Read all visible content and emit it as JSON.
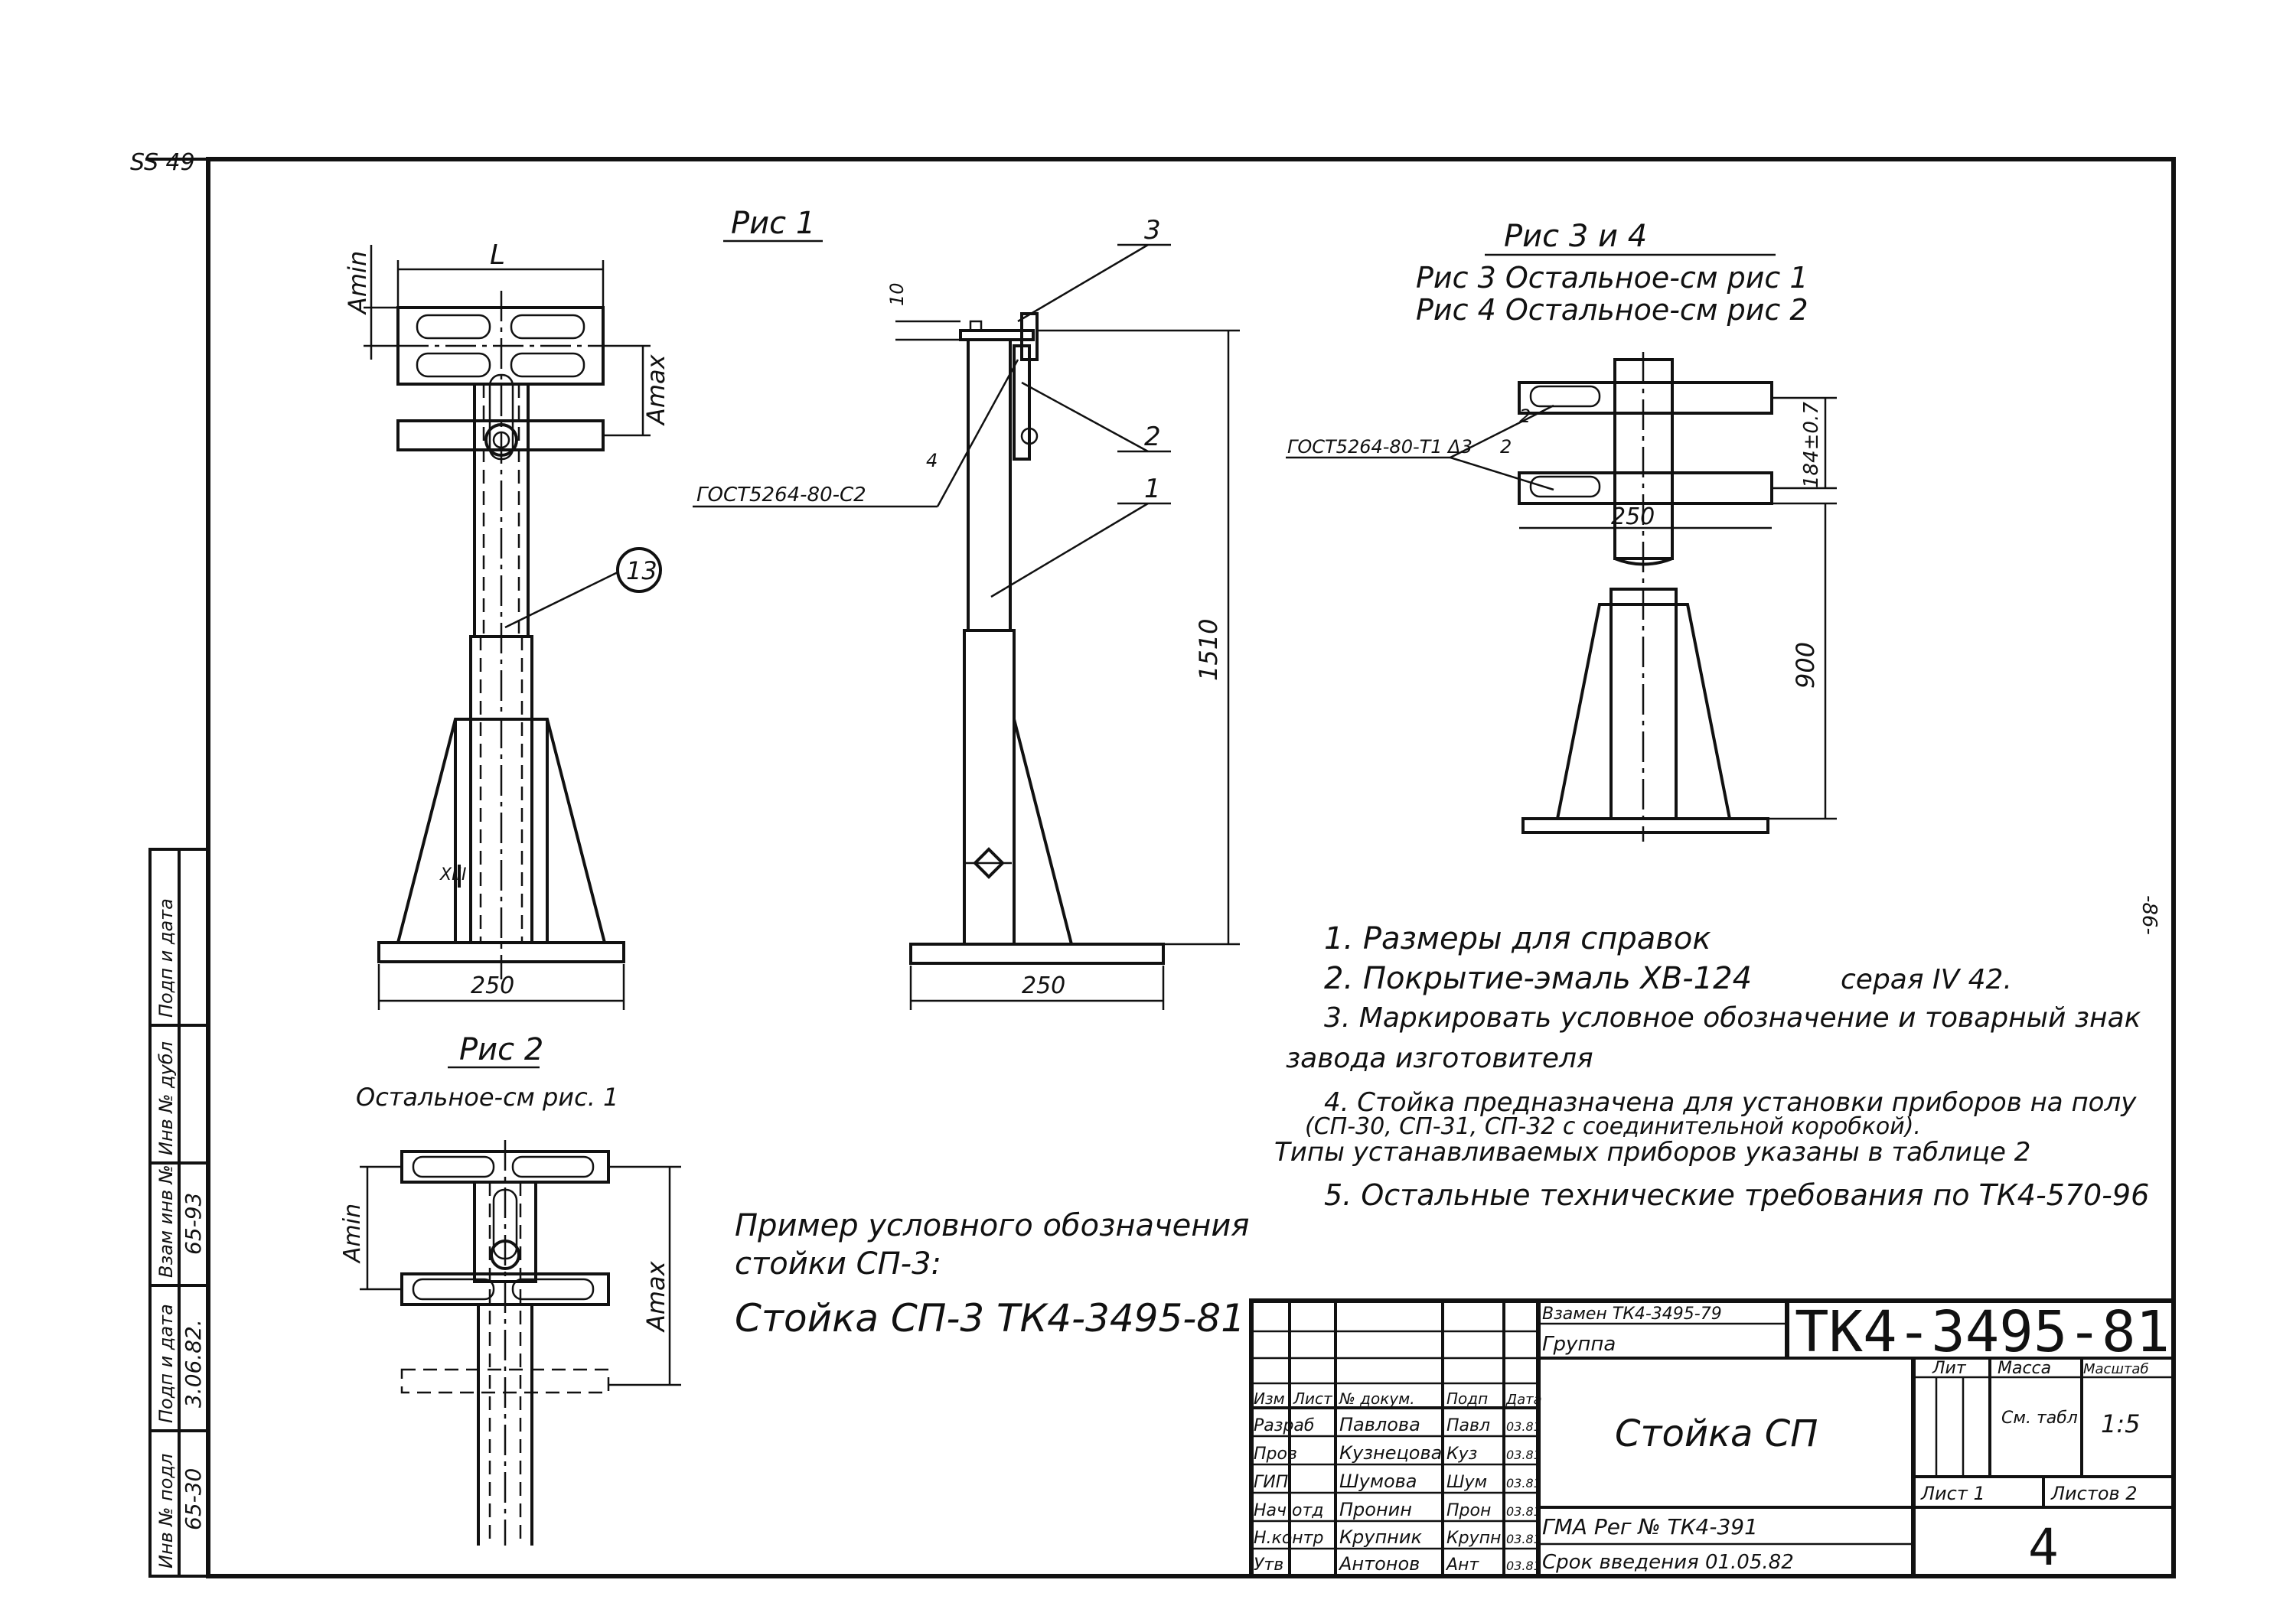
{
  "sheet_corner": "SS 49",
  "fig1": {
    "title": "Рис 1",
    "dim_L": "L",
    "dim_amin": "Amin",
    "dim_amax": "Amax",
    "dim_250_front": "250",
    "dim_250_side": "250",
    "dim_10": "10",
    "dim_1510": "1510",
    "callout_13": "13",
    "callout_3": "3",
    "callout_2": "2",
    "callout_1": "1",
    "weld_mark": "ГОСТ5264-80-С2",
    "weld_leg": "4",
    "section_mark": "XIII"
  },
  "fig2": {
    "title": "Рис 2",
    "subtitle": "Остальное-см рис. 1",
    "dim_amin": "Amin",
    "dim_amax": "Amax"
  },
  "fig34": {
    "title": "Рис 3 и 4",
    "line1": "Рис 3  Остальное-см рис 1",
    "line2": "Рис 4  Остальное-см рис 2",
    "weld_mark": "ГОСТ5264-80-Т1 Δ3",
    "weld_leg_a": "2",
    "weld_leg_b": "2",
    "dim_184": "184±0.7",
    "dim_250": "250",
    "dim_900": "900"
  },
  "notes": [
    "1. Размеры для справок",
    "2. Покрытие-эмаль ХВ-124",
    "серая IV 42.",
    "3. Маркировать условное обозначение и товарный знак",
    "завода изготовителя",
    "4. Стойка предназначена для установки приборов на полу",
    "(СП-30, СП-31, СП-32 с соединительной коробкой).",
    "Типы устанавливаемых приборов указаны в таблице 2",
    "5. Остальные технические требования по ТК4-570-96"
  ],
  "example": {
    "line1": "Пример условного обозначения",
    "line2": "стойки СП-3:",
    "line3": "Стойка СП-3 ТК4-3495-81"
  },
  "margin_stamp": {
    "labels": [
      "Инв № подл",
      "Подп и дата",
      "Взам инв №",
      "Инв № дубл",
      "Подп и дата"
    ],
    "values": [
      "65-30",
      "3.06.82.",
      "65-93",
      "",
      ""
    ]
  },
  "side_mark": "-86-",
  "titleblock": {
    "replaces": "Взамен ТК4-3495-79",
    "group": "Группа",
    "doc_number": "ТК4-3495-81",
    "product_name": "Стойка СП",
    "col_headers": [
      "Изм",
      "Лист",
      "№ докум.",
      "Подп",
      "Дата"
    ],
    "roles": [
      {
        "role": "Разраб",
        "name": "Павлова",
        "sig": "Павл",
        "date": "03.81"
      },
      {
        "role": "Пров",
        "name": "Кузнецова",
        "sig": "Куз",
        "date": "03.81"
      },
      {
        "role": "ГИП",
        "name": "Шумова",
        "sig": "Шум",
        "date": "03.81"
      },
      {
        "role": "Нач отд",
        "name": "Пронин",
        "sig": "Прон",
        "date": "03.81"
      },
      {
        "role": "Н.контр",
        "name": "Крупник",
        "sig": "Крупн",
        "date": "03.81"
      },
      {
        "role": "Утв",
        "name": "Антонов",
        "sig": "Ант",
        "date": "03.81"
      }
    ],
    "lit_label": "Лит",
    "mass_label": "Масса",
    "scale_label": "Масштаб",
    "mass_value": "См. табл",
    "scale_value": "1:5",
    "sheet_label": "Лист 1",
    "sheets_label": "Листов 2",
    "reg": "ГМА Рег № ТК4-391",
    "intro": "Срок введения 01.05.82",
    "page_number": "4"
  }
}
